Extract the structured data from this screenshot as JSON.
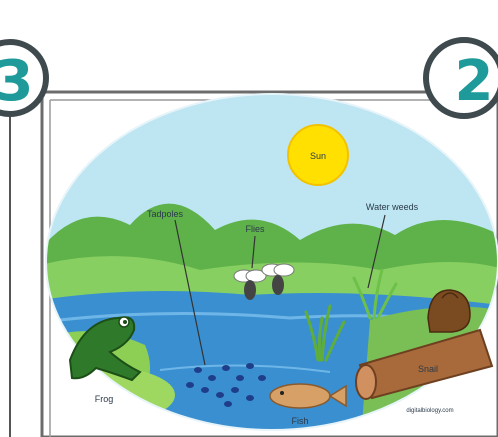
{
  "badges": {
    "left": "3",
    "right": "2"
  },
  "colors": {
    "badge_text": "#1f9a9a",
    "badge_ring": "#3f4a4f",
    "sky": "#bde6f2",
    "water": "#3a8fd0",
    "grass": "#7cc45a",
    "sun": "#ffe000"
  },
  "labels": {
    "sun": "Sun",
    "tadpoles": "Tadpoles",
    "flies": "Flies",
    "water_weeds": "Water weeds",
    "frog": "Frog",
    "fish": "Fish",
    "snail": "Snail",
    "credit": "digitalbiology.com"
  },
  "icons": [
    "frog-icon",
    "fly-icon",
    "fish-icon",
    "snail-icon",
    "tadpole-icon",
    "water-weed-icon",
    "sun-icon"
  ]
}
